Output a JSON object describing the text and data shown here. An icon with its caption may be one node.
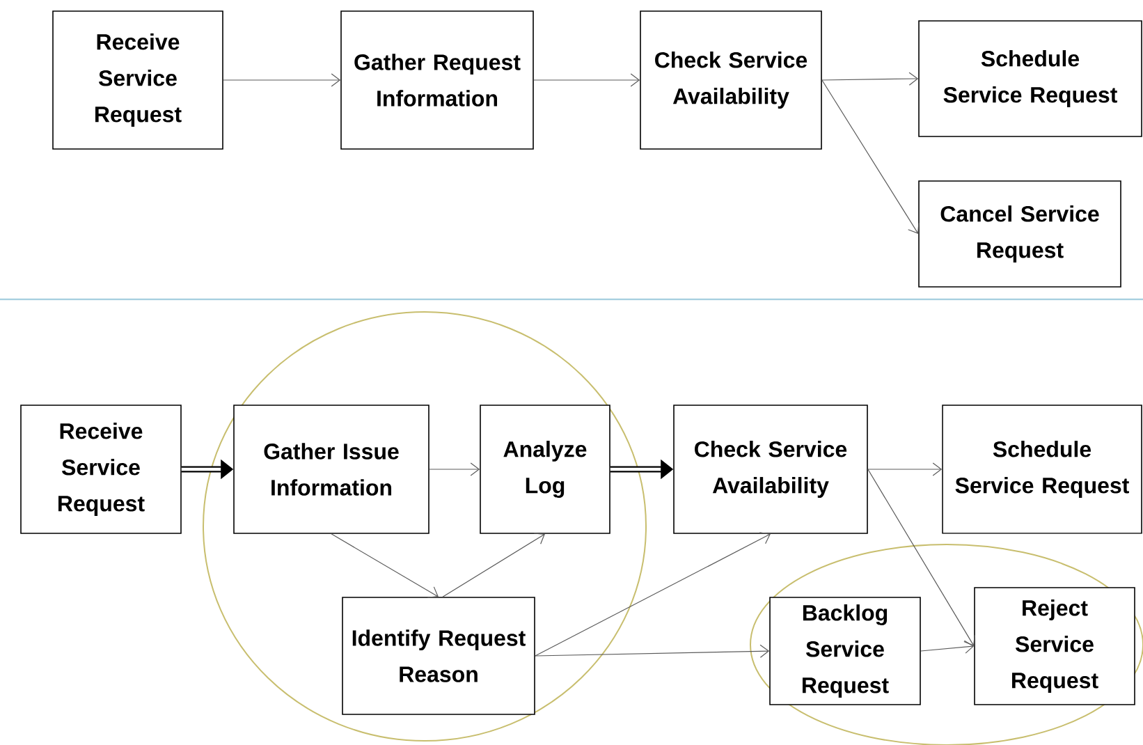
{
  "diagram": {
    "nodes": [
      {
        "text": [
          "Receive Service Request"
        ]
      },
      {
        "text": [
          "Gather Request Information"
        ]
      },
      {
        "text": [
          "Check Service Availability"
        ]
      },
      {
        "text": [
          "Schedule Service Request"
        ]
      },
      {
        "text": [
          "Cancel Service Request"
        ]
      },
      {
        "text": [
          "Receive Service Request"
        ]
      },
      {
        "text": [],
        "shape": "circle"
      },
      {
        "text": [
          "Gather Issue Information"
        ],
        "in": 6
      },
      {
        "text": [
          "Analyze Log"
        ],
        "in": 6
      },
      {
        "text": [
          "Identify Request Reason"
        ],
        "in": 6
      },
      {
        "text": [
          "Check Service Availability"
        ]
      },
      {
        "text": [
          "Schedule Service Request"
        ]
      },
      {
        "text": [],
        "shape": "circle"
      },
      {
        "text": [
          "Backlog Service Request"
        ],
        "in": 12
      },
      {
        "text": [
          "Reject Service Request"
        ],
        "in": 12
      }
    ],
    "edges": [
      {
        "from": 0,
        "to": 1,
        "arrow": "to"
      },
      {
        "from": 1,
        "to": 2,
        "arrow": "to"
      },
      {
        "from": 2,
        "to": 3,
        "arrow": "to"
      },
      {
        "from": 2,
        "to": 4,
        "arrow": "to"
      },
      {
        "from": 5,
        "to": 7,
        "arrow": "to",
        "style": "thick"
      },
      {
        "from": 7,
        "to": 8,
        "arrow": "to"
      },
      {
        "from": 8,
        "to": 10,
        "arrow": "to",
        "style": "thick"
      },
      {
        "from": 7,
        "to": 9,
        "arrow": "to"
      },
      {
        "from": 9,
        "to": 8,
        "arrow": "to"
      },
      {
        "from": 9,
        "to": 10,
        "arrow": "to"
      },
      {
        "from": 9,
        "to": 13,
        "arrow": "to"
      },
      {
        "from": 10,
        "to": 11,
        "arrow": "to"
      },
      {
        "from": 10,
        "to": 14,
        "arrow": "to"
      },
      {
        "from": 13,
        "to": 14,
        "arrow": "to"
      }
    ]
  }
}
